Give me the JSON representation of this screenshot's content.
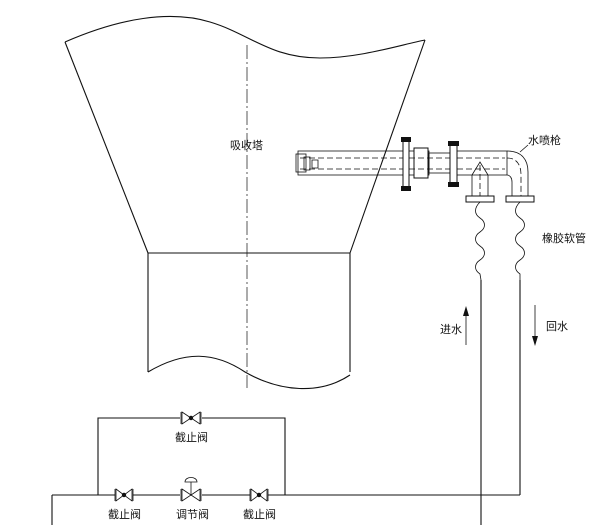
{
  "labels": {
    "tower": "吸收塔",
    "lance": "水喷枪",
    "hose": "橡胶软管",
    "inlet": "进水",
    "return": "回水",
    "valve_bypass": "截止阀",
    "valve_left": "截止阀",
    "valve_control": "调节阀",
    "valve_right": "截止阀"
  },
  "colors": {
    "line": "#111111",
    "background": "#ffffff"
  }
}
